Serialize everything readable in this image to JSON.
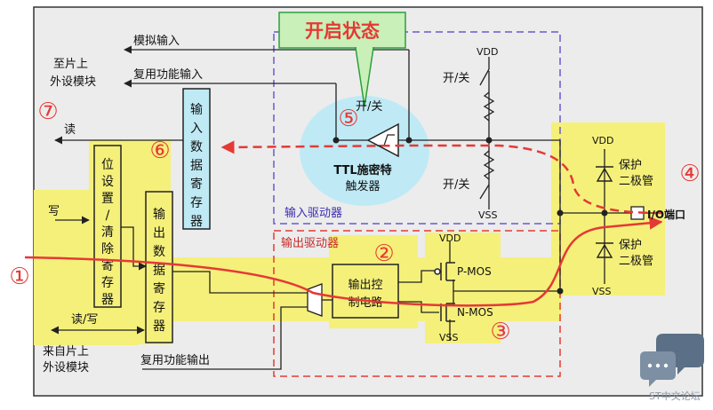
{
  "banner": {
    "text": "开启状态"
  },
  "labels": {
    "analog_in": "模拟输入",
    "alt_in": "复用功能输入",
    "onchip_line1": "至片上",
    "onchip_line2": "外设模块",
    "read": "读",
    "write": "写",
    "read_write": "读/写",
    "from_line1": "来自片上",
    "from_line2": "外设模块",
    "alt_out": "复用功能输出",
    "input_driver": "输入驱动器",
    "output_driver": "输出驱动器",
    "ttl_line1": "TTL施密特",
    "ttl_line2": "触发器",
    "on_off": "开/关",
    "vdd": "VDD",
    "vss": "VSS",
    "pmos": "P-MOS",
    "nmos": "N-MOS",
    "protect": "保护",
    "diode": "二极管",
    "io_pin": "I/O端口"
  },
  "blocks": {
    "input_reg": "输入数据寄存器",
    "bsr": "位设置/清除寄存器",
    "output_reg": "输出数据寄存器",
    "out_ctrl_line1": "输出控",
    "out_ctrl_line2": "制电路"
  },
  "markers": [
    "①",
    "②",
    "③",
    "④",
    "⑤",
    "⑥",
    "⑦"
  ],
  "watermark": {
    "text": "ST中文论坛"
  },
  "colors": {
    "highlight_yellow": "#f5f07a",
    "cyan_bubble": "#bfeaf5",
    "input_driver_border": "#6a5acd",
    "output_driver_border": "#e53935",
    "path_red": "#e53935",
    "banner_green": "#2e9e3e"
  }
}
